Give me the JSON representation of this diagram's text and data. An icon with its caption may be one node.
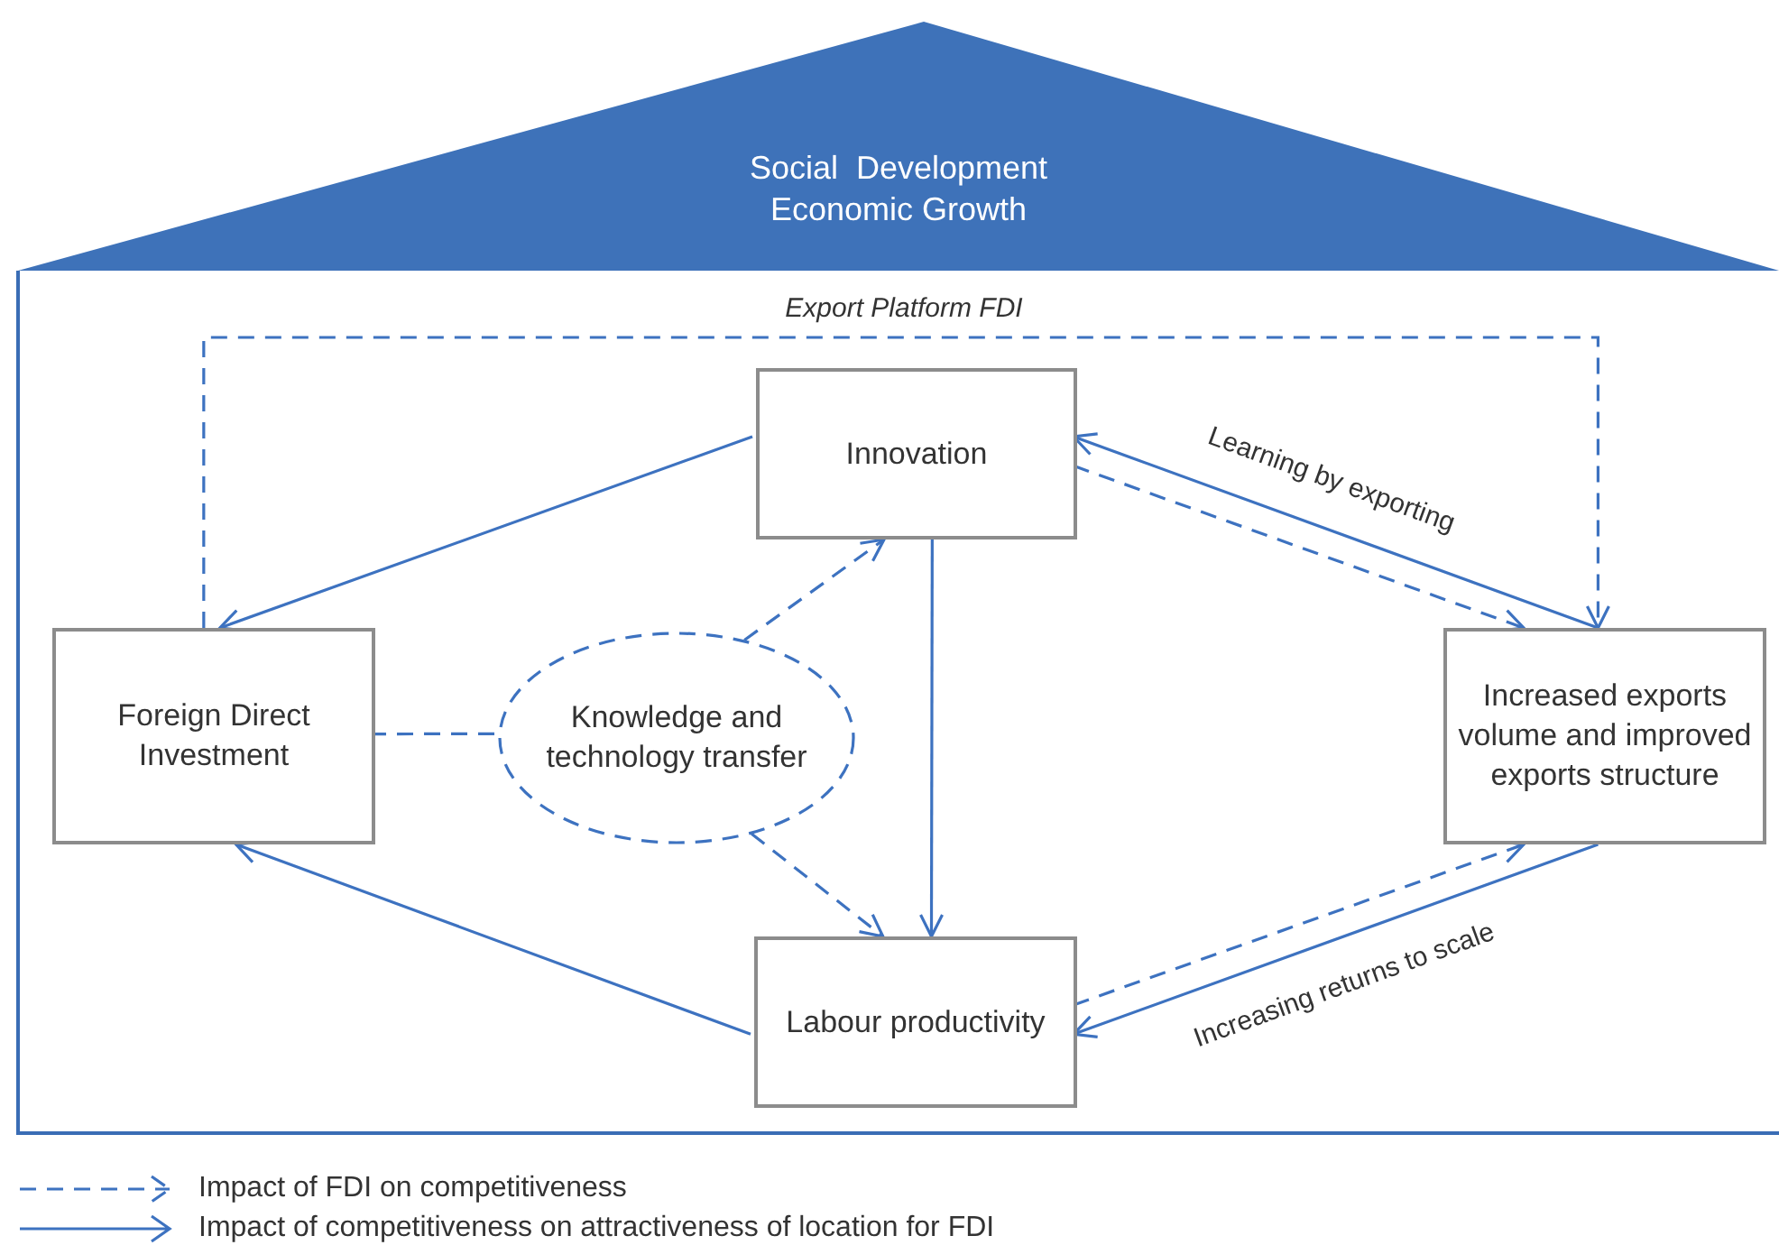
{
  "diagram": {
    "nodes": [
      {
        "text": [
          "Social  Development",
          "Economic Growth"
        ]
      },
      {
        "text": [],
        "shape": "box"
      },
      {
        "text": [
          "Innovation"
        ],
        "in": 1
      },
      {
        "text": [
          "Foreign Direct Investment"
        ],
        "in": 1
      },
      {
        "text": [
          "Knowledge and technology transfer"
        ],
        "in": 1
      },
      {
        "text": [
          "Increased exports volume and improved exports structure"
        ],
        "in": 1
      },
      {
        "text": [
          "Labour productivity"
        ],
        "in": 1
      }
    ],
    "edges": [
      {
        "from": 3,
        "to": 5,
        "arrow": "to",
        "style": "dashed",
        "label": "Export Platform FDI"
      },
      {
        "from": 2,
        "to": 3,
        "arrow": "to"
      },
      {
        "from": 4,
        "to": 2,
        "arrow": "to",
        "style": "dashed"
      },
      {
        "from": 4,
        "to": 3,
        "arrow": "none",
        "style": "dashed"
      },
      {
        "from": 4,
        "to": 6,
        "arrow": "to",
        "style": "dashed"
      },
      {
        "from": 2,
        "to": 6,
        "arrow": "to"
      },
      {
        "from": 5,
        "to": 2,
        "arrow": "to",
        "label": "Learning by exporting"
      },
      {
        "from": 2,
        "to": 5,
        "arrow": "to",
        "style": "dashed"
      },
      {
        "from": 6,
        "to": 5,
        "arrow": "to",
        "style": "dashed"
      },
      {
        "from": 5,
        "to": 6,
        "arrow": "to",
        "label": "Increasing returns to scale"
      },
      {
        "from": 6,
        "to": 3,
        "arrow": "to"
      }
    ],
    "legend": [
      {
        "text": "Impact of FDI on competitiveness"
      },
      {
        "text": "Impact of competitiveness on attractiveness of location for FDI"
      }
    ]
  }
}
